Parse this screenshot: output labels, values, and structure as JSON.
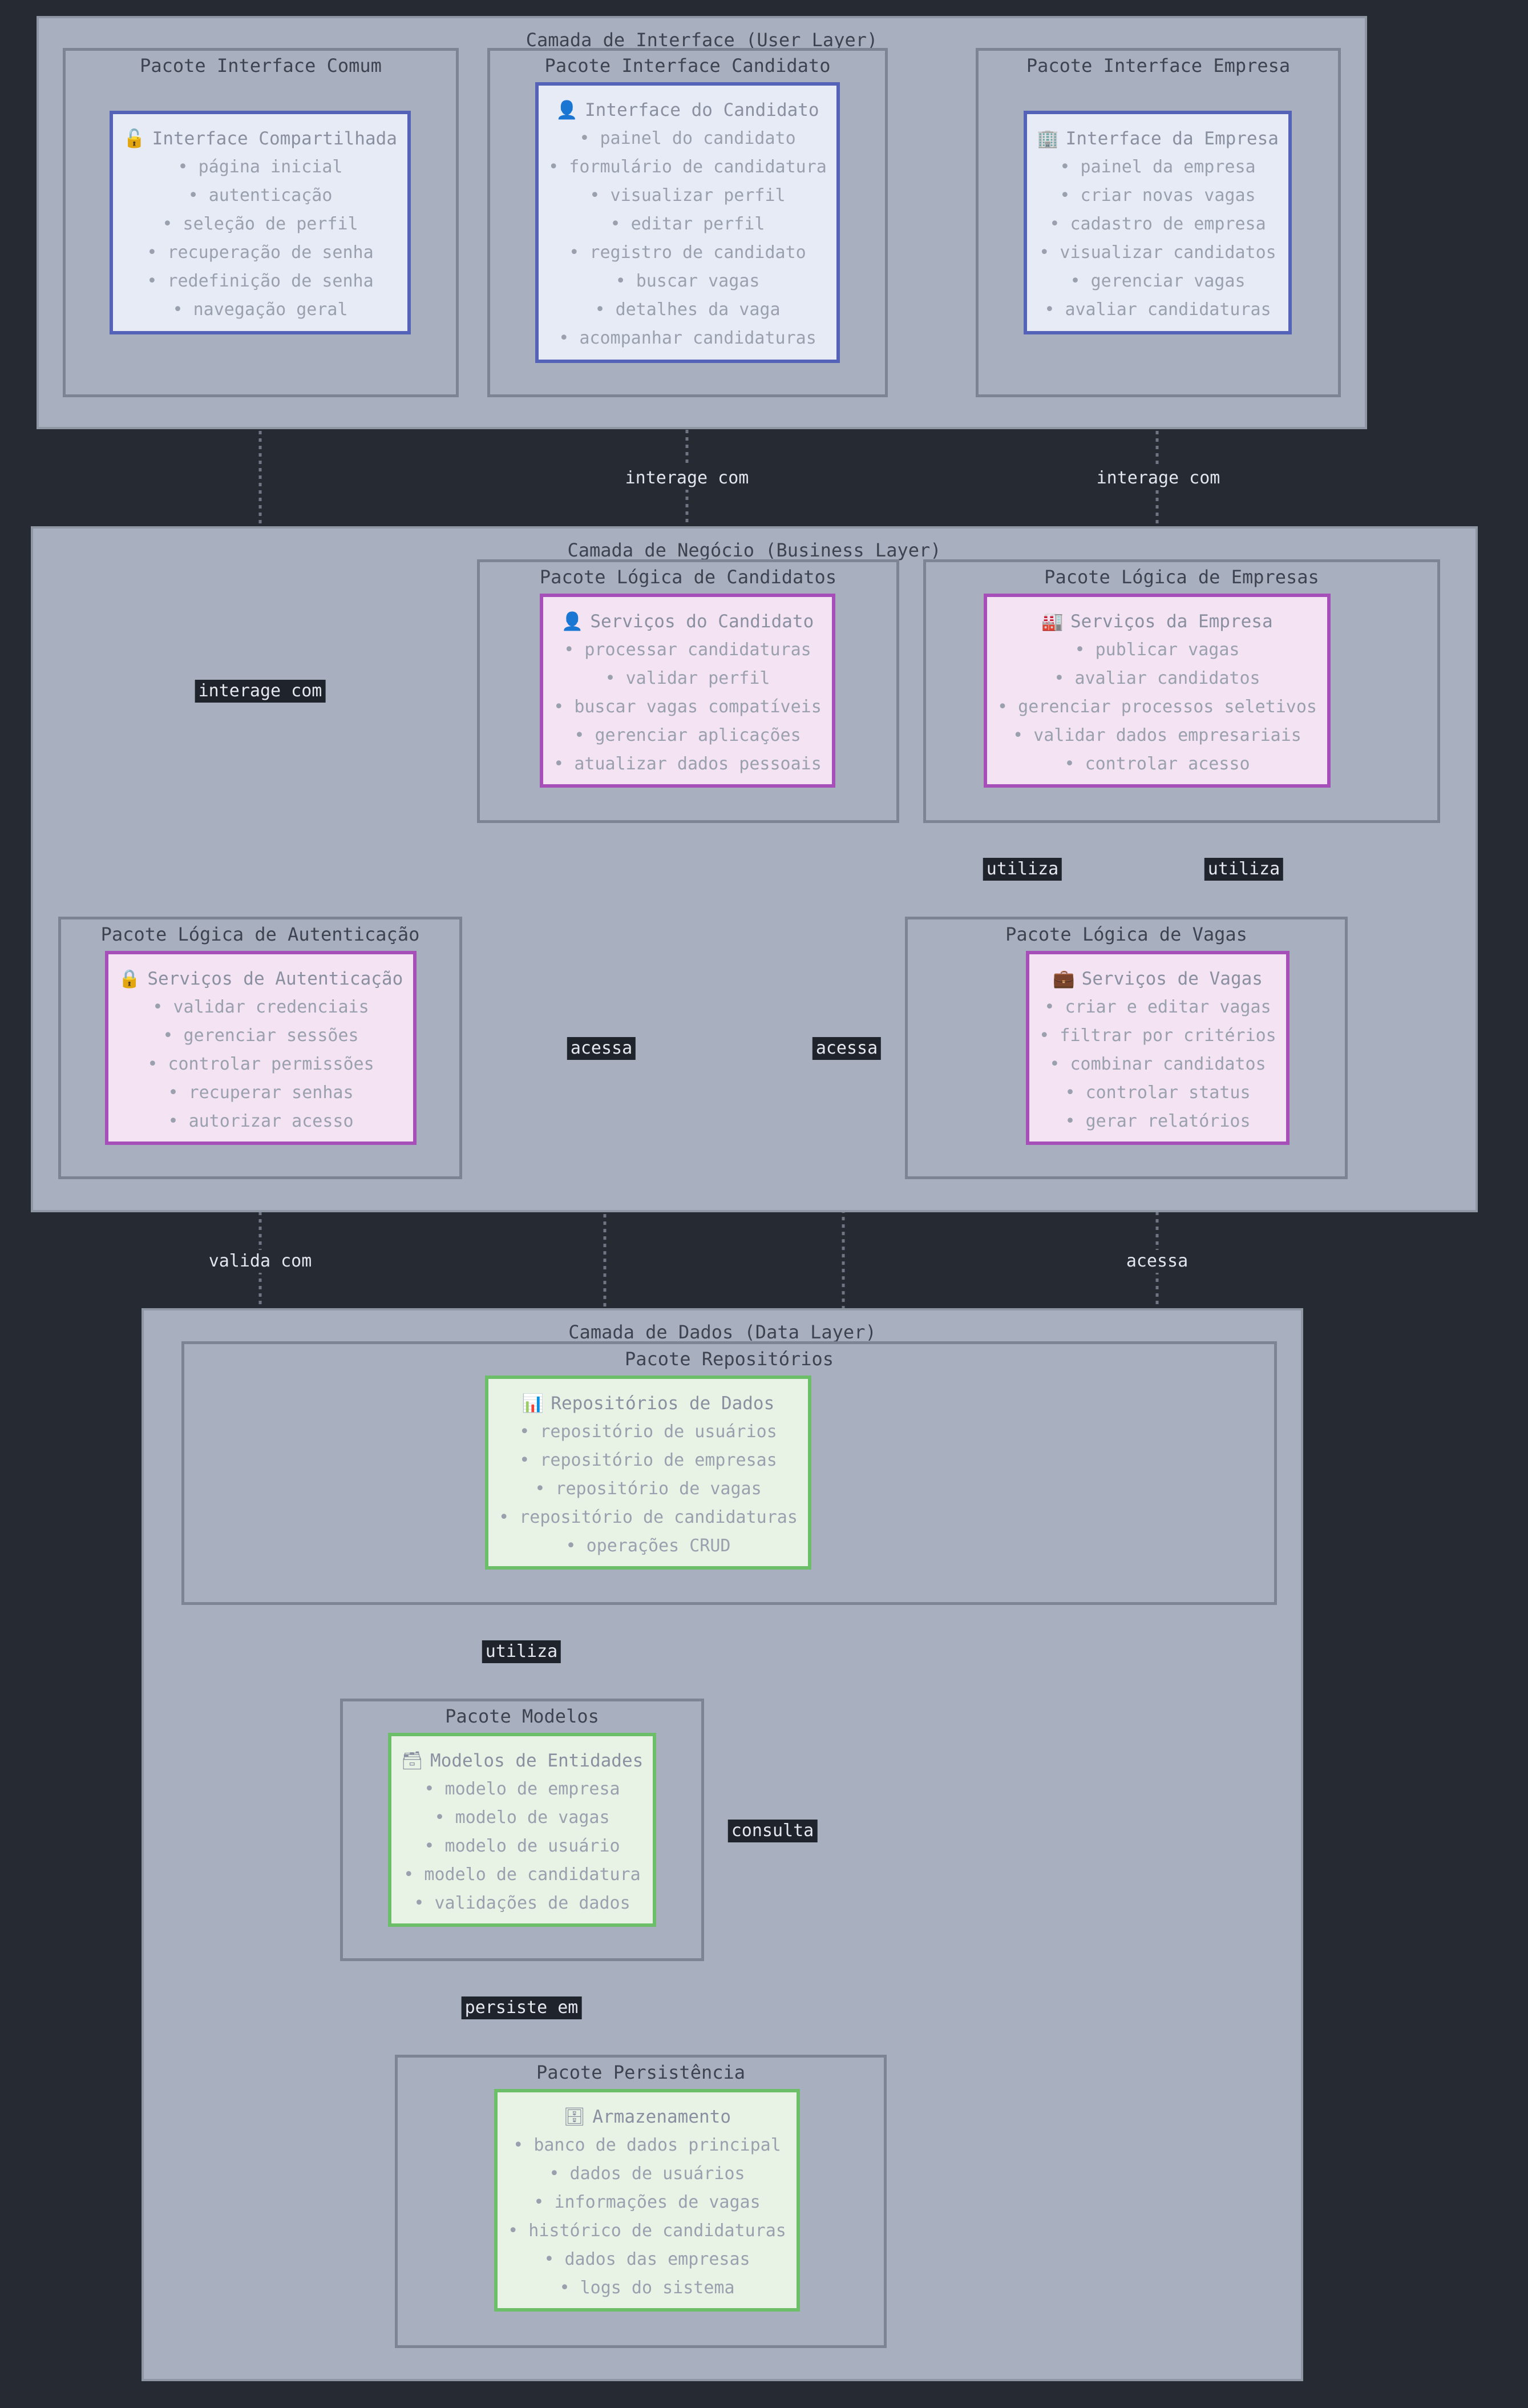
{
  "layers": {
    "interface": {
      "title": "Camada de Interface (User Layer)"
    },
    "business": {
      "title": "Camada de Negócio (Business Layer)"
    },
    "data": {
      "title": "Camada de Dados (Data Layer)"
    }
  },
  "packages": {
    "comum": "Pacote Interface Comum",
    "candidato": "Pacote Interface Candidato",
    "empresa": "Pacote Interface Empresa",
    "log_cand": "Pacote Lógica de Candidatos",
    "log_emp": "Pacote Lógica de Empresas",
    "log_auth": "Pacote Lógica de Autenticação",
    "log_vagas": "Pacote Lógica de Vagas",
    "repos": "Pacote Repositórios",
    "modelos": "Pacote Modelos",
    "persist": "Pacote Persistência"
  },
  "nodes": {
    "int_comp": {
      "icon": "🔓",
      "icon_name": "unlock-icon",
      "title": "Interface Compartilhada",
      "items": [
        "página inicial",
        "autenticação",
        "seleção de perfil",
        "recuperação de senha",
        "redefinição de senha",
        "navegação geral"
      ]
    },
    "int_cand": {
      "icon": "👤",
      "icon_name": "person-icon",
      "title": "Interface do Candidato",
      "items": [
        "painel do candidato",
        "formulário de candidatura",
        "visualizar perfil",
        "editar perfil",
        "registro de candidato",
        "buscar vagas",
        "detalhes da vaga",
        "acompanhar candidaturas"
      ]
    },
    "int_emp": {
      "icon": "🏢",
      "icon_name": "office-building-icon",
      "title": "Interface da Empresa",
      "items": [
        "painel da empresa",
        "criar novas vagas",
        "cadastro de empresa",
        "visualizar candidatos",
        "gerenciar vagas",
        "avaliar candidaturas"
      ]
    },
    "serv_cand": {
      "icon": "👤",
      "icon_name": "person-icon",
      "title": "Serviços do Candidato",
      "items": [
        "processar candidaturas",
        "validar perfil",
        "buscar vagas compatíveis",
        "gerenciar aplicações",
        "atualizar dados pessoais"
      ]
    },
    "serv_emp": {
      "icon": "🏭",
      "icon_name": "factory-icon",
      "title": "Serviços da Empresa",
      "items": [
        "publicar vagas",
        "avaliar candidatos",
        "gerenciar processos seletivos",
        "validar dados empresariais",
        "controlar acesso"
      ]
    },
    "serv_auth": {
      "icon": "🔒",
      "icon_name": "lock-icon",
      "title": "Serviços de Autenticação",
      "items": [
        "validar credenciais",
        "gerenciar sessões",
        "controlar permissões",
        "recuperar senhas",
        "autorizar acesso"
      ]
    },
    "serv_vagas": {
      "icon": "💼",
      "icon_name": "briefcase-icon",
      "title": "Serviços de Vagas",
      "items": [
        "criar e editar vagas",
        "filtrar por critérios",
        "combinar candidatos",
        "controlar status",
        "gerar relatórios"
      ]
    },
    "repos": {
      "icon": "📊",
      "icon_name": "bar-chart-icon",
      "title": "Repositórios de Dados",
      "items": [
        "repositório de usuários",
        "repositório de empresas",
        "repositório de vagas",
        "repositório de candidaturas",
        "operações CRUD"
      ]
    },
    "modelos": {
      "icon": "🗃",
      "icon_name": "card-file-box-icon",
      "title": "Modelos de Entidades",
      "items": [
        "modelo de empresa",
        "modelo de vagas",
        "modelo de usuário",
        "modelo de candidatura",
        "validações de dados"
      ]
    },
    "armaz": {
      "icon": "🗄",
      "icon_name": "file-cabinet-icon",
      "title": "Armazenamento",
      "items": [
        "banco de dados principal",
        "dados de usuários",
        "informações de vagas",
        "histórico de candidaturas",
        "dados das empresas",
        "logs do sistema"
      ]
    }
  },
  "edge_labels": {
    "cand_interage": "interage com",
    "emp_interage": "interage com",
    "comum_interage": "interage com",
    "cand_utiliza": "utiliza",
    "emp_utiliza": "utiliza",
    "cand_acessa": "acessa",
    "emp_acessa": "acessa",
    "auth_valida": "valida com",
    "vagas_acessa": "acessa",
    "repos_utiliza": "utiliza",
    "repos_consulta": "consulta",
    "modelos_persiste": "persiste em"
  },
  "colors": {
    "background": "#252a33",
    "layer_fill": "#a8b0bf",
    "interface_node_border": "#5462b8",
    "business_node_border": "#a64fb8",
    "data_node_border": "#6cbf68",
    "edge": "#6f7583"
  }
}
